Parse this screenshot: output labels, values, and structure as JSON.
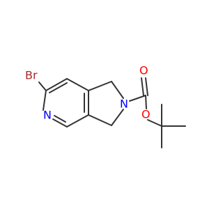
{
  "molecule": {
    "atoms": {
      "br": {
        "symbol": "Br",
        "color": "#a52a2a"
      },
      "n_pyridine": {
        "symbol": "N",
        "color": "#0000ff"
      },
      "n_pyrrolidine": {
        "symbol": "N",
        "color": "#0000ff"
      },
      "o_carbonyl": {
        "symbol": "O",
        "color": "#ff0000"
      },
      "o_ester": {
        "symbol": "O",
        "color": "#ff0000"
      }
    },
    "bond_color": "#333333"
  }
}
